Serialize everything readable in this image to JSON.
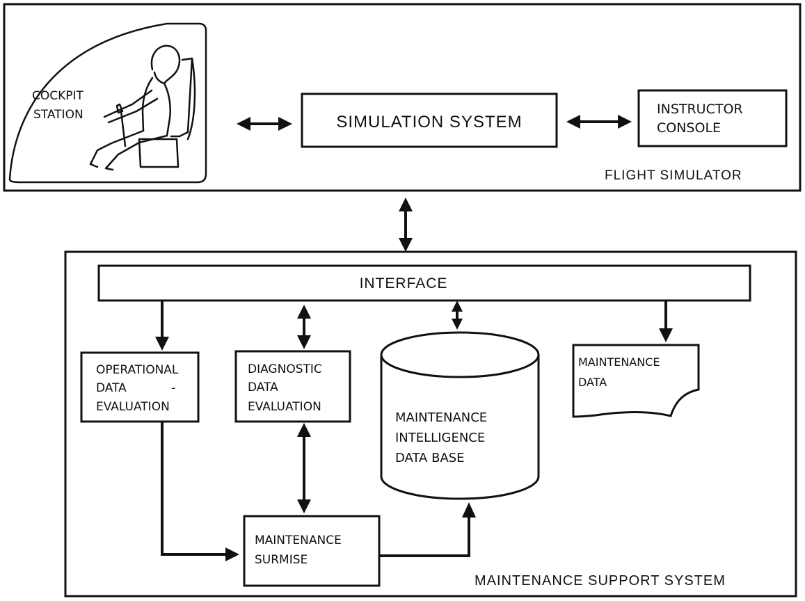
{
  "flight_simulator": {
    "title": "FLIGHT SIMULATOR",
    "cockpit_station": [
      "COCKPIT",
      "STATION"
    ],
    "simulation_system": "SIMULATION SYSTEM",
    "instructor_console": [
      "INSTRUCTOR",
      "CONSOLE"
    ]
  },
  "maintenance_support_system": {
    "title": "MAINTENANCE SUPPORT SYSTEM",
    "interface": "INTERFACE",
    "operational_data_evaluation": [
      "OPERATIONAL",
      "DATA",
      "-",
      "EVALUATION"
    ],
    "diagnostic_data_evaluation": [
      "DIAGNOSTIC",
      "DATA",
      "EVALUATION"
    ],
    "maintenance_intelligence_data_base": [
      "MAINTENANCE",
      "INTELLIGENCE",
      "DATA BASE"
    ],
    "maintenance_data": [
      "MAINTENANCE",
      "DATA"
    ],
    "maintenance_surmise": [
      "MAINTENANCE",
      "SURMISE"
    ]
  }
}
